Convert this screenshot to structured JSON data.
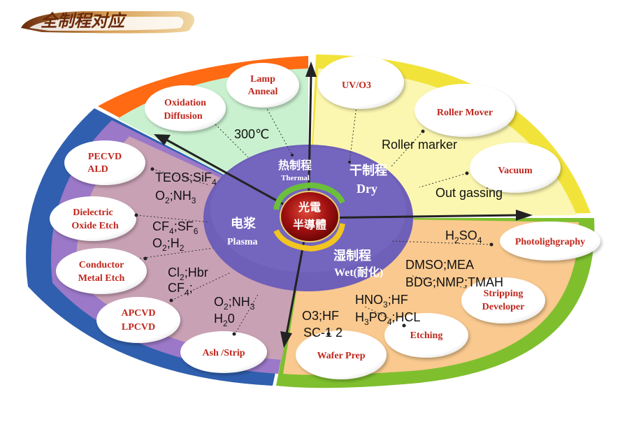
{
  "header": {
    "title": "全制程对应"
  },
  "center": {
    "line1": "光電",
    "line2": "半導體"
  },
  "sectors": {
    "thermal": {
      "cn": "热制程",
      "en": "Thermal",
      "color": "#ff6a13"
    },
    "dry": {
      "cn": "干制程",
      "en": "Dry",
      "color": "#f2e33b"
    },
    "wet": {
      "cn": "湿制程",
      "en": "Wet(耐化)",
      "color": "#8cc63f"
    },
    "plasma": {
      "cn": "电浆",
      "en": "Plasma",
      "color": "#3d6bb8"
    }
  },
  "bubbles": {
    "lamp": {
      "line1": "Lamp",
      "line2": "Anneal"
    },
    "oxidation": {
      "line1": "Oxidation",
      "line2": "Diffusion"
    },
    "uvo3": {
      "line1": "UV/O3"
    },
    "roller": {
      "line1": "Roller Mover"
    },
    "vacuum": {
      "line1": "Vacuum"
    },
    "photo": {
      "line1": "Photolighgraphy"
    },
    "stripping": {
      "line1": "Stripping",
      "line2": "Developer"
    },
    "etching": {
      "line1": "Etching"
    },
    "wafer": {
      "line1": "Wafer Prep"
    },
    "pecvd": {
      "line1": "PECVD",
      "line2": "ALD"
    },
    "dielectric": {
      "line1": "Dielectric",
      "line2": "Oxide Etch"
    },
    "conductor": {
      "line1": "Conductor",
      "line2": "Metal Etch"
    },
    "apcvd": {
      "line1": "APCVD",
      "line2": "LPCVD"
    },
    "ash": {
      "line1": "Ash /Strip"
    }
  },
  "labels": {
    "temp": "300℃",
    "roller_marker": "Roller marker",
    "outgassing": "Out gassing",
    "tmah": "DMSO;MEA",
    "bdg": "BDG;NMP;TMAH",
    "o3hf": "O3;HF",
    "sc12": "SC-1 2"
  },
  "chem": {
    "teos": {
      "a": "TEOS;SiF",
      "s": "4"
    },
    "o2nh3": {
      "a": "O",
      "s1": "2",
      "b": ";NH",
      "s2": "3"
    },
    "cf4sf6": {
      "a": "CF",
      "s1": "4",
      "b": ";SF",
      "s2": "6"
    },
    "o2h2": {
      "a": "O",
      "s1": "2",
      "b": ";H",
      "s2": "2"
    },
    "cl2hbr": {
      "a": "Cl",
      "s1": "2",
      "b": ";Hbr"
    },
    "cf4": {
      "a": "CF",
      "s1": "4",
      "b": ";"
    },
    "o2nh3b": {
      "a": "O",
      "s1": "2",
      "b": ";NH",
      "s2": "3"
    },
    "h2o": {
      "a": "H",
      "s1": "2",
      "b": "0"
    },
    "h2so4": {
      "a": "H",
      "s1": "2",
      "b": "SO",
      "s2": "4"
    },
    "hno3": {
      "a": "HNO",
      "s1": "3",
      "b": ";HF"
    },
    "h3po4": {
      "a": "H",
      "s1": "3",
      "b": "PO",
      "s2": "4",
      "c": ";HCL"
    }
  }
}
